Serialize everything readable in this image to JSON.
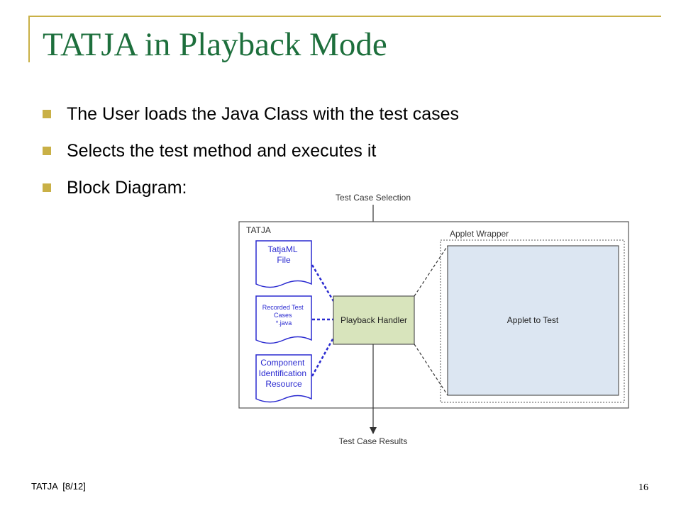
{
  "slide": {
    "title": "TATJA in Playback Mode",
    "bullets": [
      "The User loads the Java Class with the test cases",
      "Selects the test method and executes it",
      "Block Diagram:"
    ],
    "footer_left": "TATJA  [8/12]",
    "page_number": "16"
  },
  "diagram": {
    "input_label": "Test Case Selection",
    "output_label": "Test Case Results",
    "container_label": "TATJA",
    "documents": [
      {
        "lines": [
          "TatjaML",
          "File"
        ]
      },
      {
        "lines": [
          "Recorded Test",
          "Cases",
          "*.java"
        ]
      },
      {
        "lines": [
          "Component",
          "Identification",
          "Resource"
        ]
      }
    ],
    "handler_label": "Playback Handler",
    "wrapper_label": "Applet Wrapper",
    "applet_label": "Applet to Test"
  },
  "colors": {
    "title": "#1d6f3c",
    "accent": "#c9b046",
    "document_stroke": "#2a2ad0",
    "handler_fill": "#d8e4bc",
    "applet_fill": "#dce6f2"
  }
}
